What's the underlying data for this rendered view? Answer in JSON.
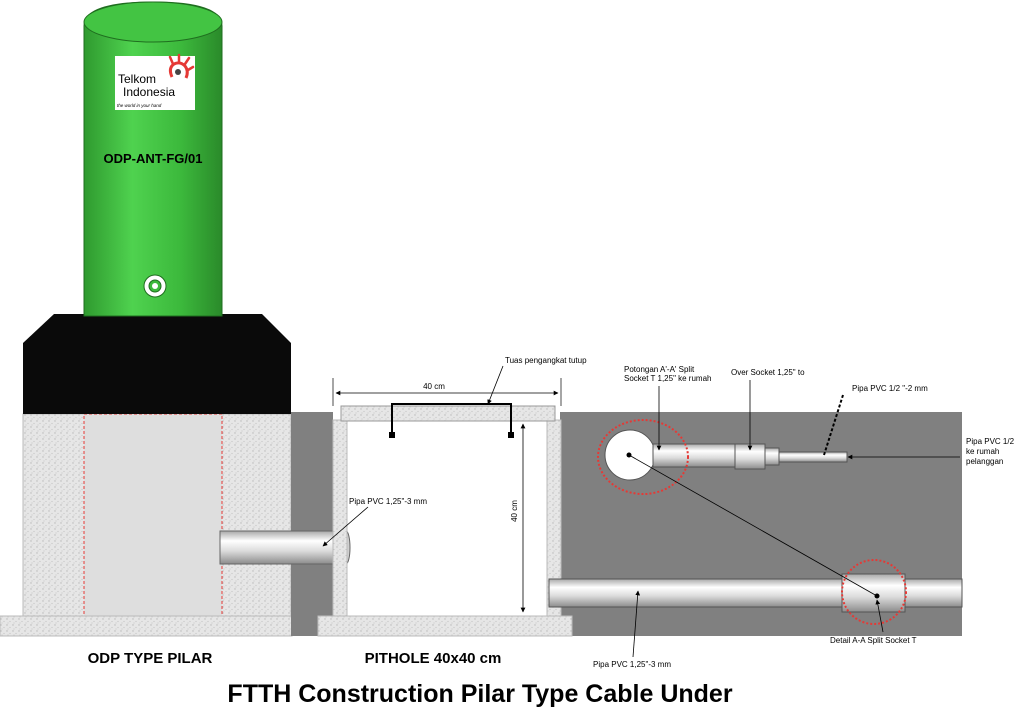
{
  "colors": {
    "pillar_green": "#3cb93c",
    "pillar_dark": "#0a0a0a",
    "ground": "#808080",
    "concrete": "#e0e0e0",
    "highlight": "#e53935"
  },
  "logo": {
    "name_line1": "Telkom",
    "name_line2": "Indonesia",
    "tagline": "the world in your hand",
    "icon": "telkom-hand-logo-icon"
  },
  "odp_code": "ODP-ANT-FG/01",
  "captions": {
    "odp": "ODP TYPE PILAR",
    "pithole": "PITHOLE 40x40 cm",
    "title": "FTTH Construction Pilar Type Cable Under"
  },
  "labels": {
    "lid_handle": "Tuas pengangkat tutup",
    "width_dim": "40 cm",
    "depth_dim": "40 cm",
    "pipe_odp": "Pipa PVC 1,25\"-3 mm",
    "section_line1": "Potongan A'-A' Split",
    "section_line2": "Socket T 1,25\"  ke rumah",
    "over_socket": "Over Socket 1,25\" to",
    "pipe_half": "Pipa PVC 1/2 \"-2 mm",
    "house_line1": "Pipa PVC 1/2",
    "house_line2": "ke rumah",
    "house_line3": "pelanggan",
    "pipe_main": "Pipa PVC 1,25\"-3 mm",
    "detail": "Detail A-A Split Socket T"
  }
}
